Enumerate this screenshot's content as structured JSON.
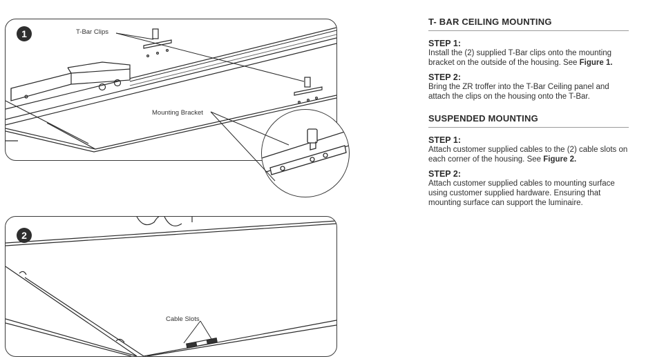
{
  "figure1": {
    "number": "1",
    "callout_tbar_clips": "T-Bar Clips",
    "callout_mounting_bracket": "Mounting Bracket"
  },
  "figure2": {
    "number": "2",
    "callout_cable_slots": "Cable Slots"
  },
  "instructions": {
    "section1": {
      "title": "T- BAR CEILING MOUNTING",
      "steps": [
        {
          "label": "STEP 1:",
          "text": "Install the (2) supplied T-Bar clips onto the mounting bracket on the outside of the housing. See ",
          "ref": "Figure 1."
        },
        {
          "label": "STEP 2:",
          "text": "Bring the ZR troffer into the T-Bar Ceiling panel and attach the clips on the housing onto the T-Bar."
        }
      ]
    },
    "section2": {
      "title": "SUSPENDED MOUNTING",
      "steps": [
        {
          "label": "STEP 1:",
          "text": "Attach customer supplied cables to the (2) cable slots on each corner of the housing. See ",
          "ref": "Figure 2."
        },
        {
          "label": "STEP 2:",
          "text": "Attach customer supplied cables to mounting surface using customer supplied hardware. Ensuring that mounting surface can support the luminaire."
        }
      ]
    }
  }
}
